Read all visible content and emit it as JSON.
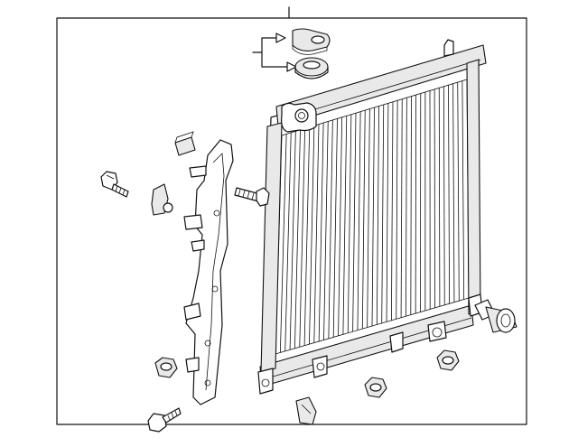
{
  "diagram": {
    "style": "exploded parts line drawing",
    "colors": {
      "line": "#111111",
      "background": "#ffffff",
      "shade": "#e9e9e9"
    },
    "parts": [
      "radiator-assembly",
      "radiator-bracket",
      "upper-insulator",
      "lower-insulator",
      "cap-clip",
      "bolt-upper-left",
      "bolt-middle",
      "bolt-lower-left",
      "nut-left",
      "nut-lower-center",
      "nut-lower-right",
      "retainer-clip",
      "lower-clip",
      "drain-plug-sensor"
    ]
  }
}
